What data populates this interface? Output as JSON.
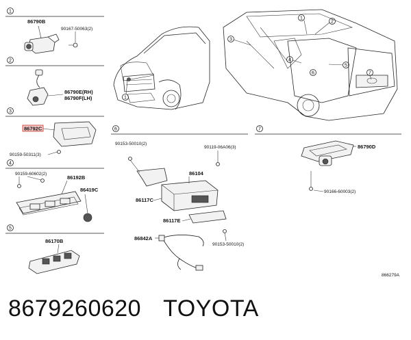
{
  "sections": [
    {
      "num": "1",
      "labels": [
        "86790B",
        "90167-50063(2)"
      ]
    },
    {
      "num": "2",
      "labels": [
        "86790E(RH)",
        "86790F(LH)"
      ]
    },
    {
      "num": "3",
      "labels": [
        "86792C",
        "90159-50311(3)"
      ]
    },
    {
      "num": "4",
      "labels": [
        "90159-60602(2)",
        "86192B",
        "86419C"
      ]
    },
    {
      "num": "5",
      "labels": [
        "86170B"
      ]
    },
    {
      "num": "6",
      "labels": [
        "90153-50010(2)",
        "90119-06A06(3)",
        "86104",
        "86117C",
        "86117E",
        "86842A",
        "90153-50010(2)"
      ]
    },
    {
      "num": "7",
      "labels": [
        "86790D",
        "90166-60003(2)"
      ]
    }
  ],
  "callouts": [
    "1",
    "1",
    "2",
    "3",
    "4",
    "5",
    "6",
    "7"
  ],
  "ref_code": "866279A",
  "footer": {
    "part_number": "8679260620",
    "brand": "TOYOTA"
  }
}
